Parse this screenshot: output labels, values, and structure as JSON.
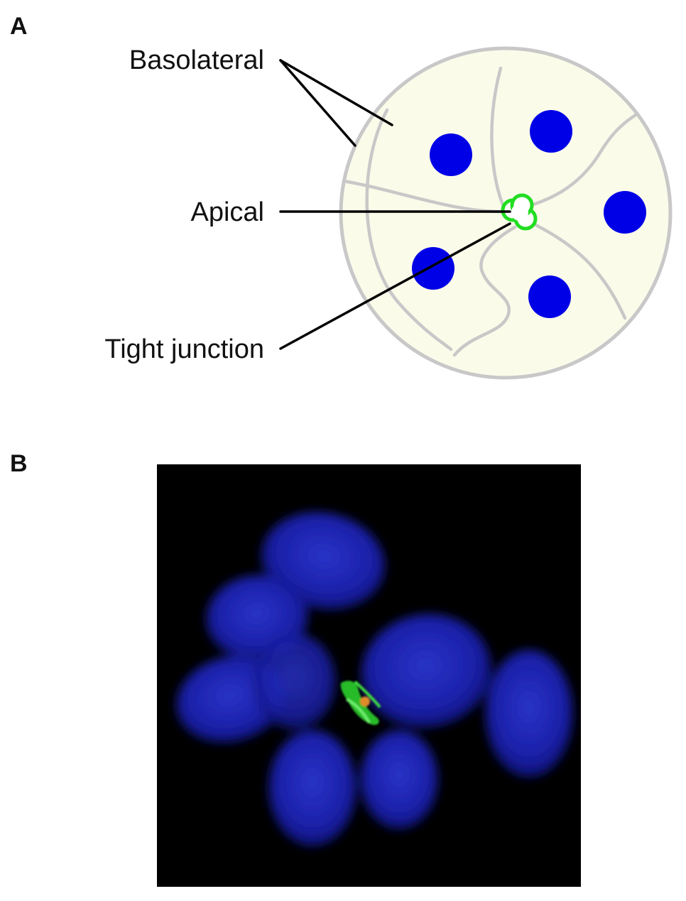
{
  "panel_a": {
    "letter": "A",
    "labels": {
      "basolateral": "Basolateral",
      "apical": "Apical",
      "tight_junction": "Tight junction"
    }
  },
  "panel_b": {
    "letter": "B"
  },
  "colors": {
    "cytoplasm": "#fbfbea",
    "membrane": "#c8c8c8",
    "nucleus": "#0000e6",
    "tight_junction": "#22dd22",
    "micrograph_background": "#000000",
    "micrograph_nuclei": "#1c22b0",
    "micrograph_junction": "#2ecf2e",
    "micrograph_apical_marker": "#e08a2a"
  }
}
